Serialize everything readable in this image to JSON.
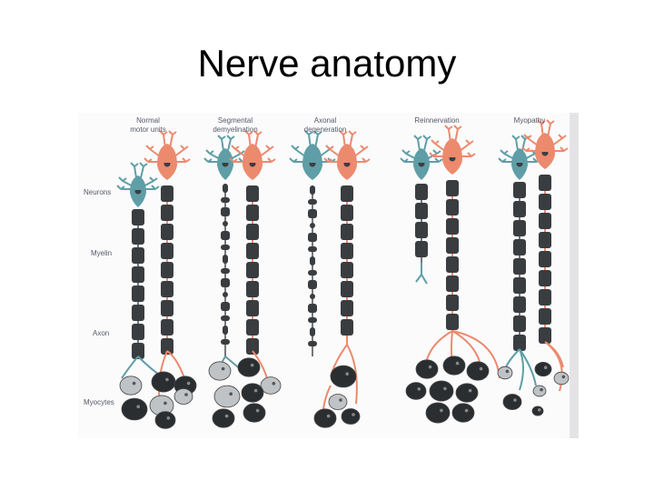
{
  "slide": {
    "title": "Nerve anatomy"
  },
  "figure": {
    "columns": [
      {
        "id": "normal",
        "label": "Normal\nmotor units"
      },
      {
        "id": "segmental",
        "label": "Segmental\ndemyelination"
      },
      {
        "id": "axonal",
        "label": "Axonal\ndegeneration"
      },
      {
        "id": "reinnervation",
        "label": "Reinnervation"
      },
      {
        "id": "myopathy",
        "label": "Myopathy"
      }
    ],
    "rows": {
      "neurons": "Neurons",
      "myelin": "Myelin",
      "axon": "Axon",
      "myocytes": "Myocytes"
    },
    "colors": {
      "teal_neuron": "#5f9ea6",
      "salmon_neuron": "#ec8a6e",
      "myelin": "#3a3d40",
      "dark_myocyte": "#2a2e31",
      "light_myocyte": "#bfc3c6"
    }
  }
}
